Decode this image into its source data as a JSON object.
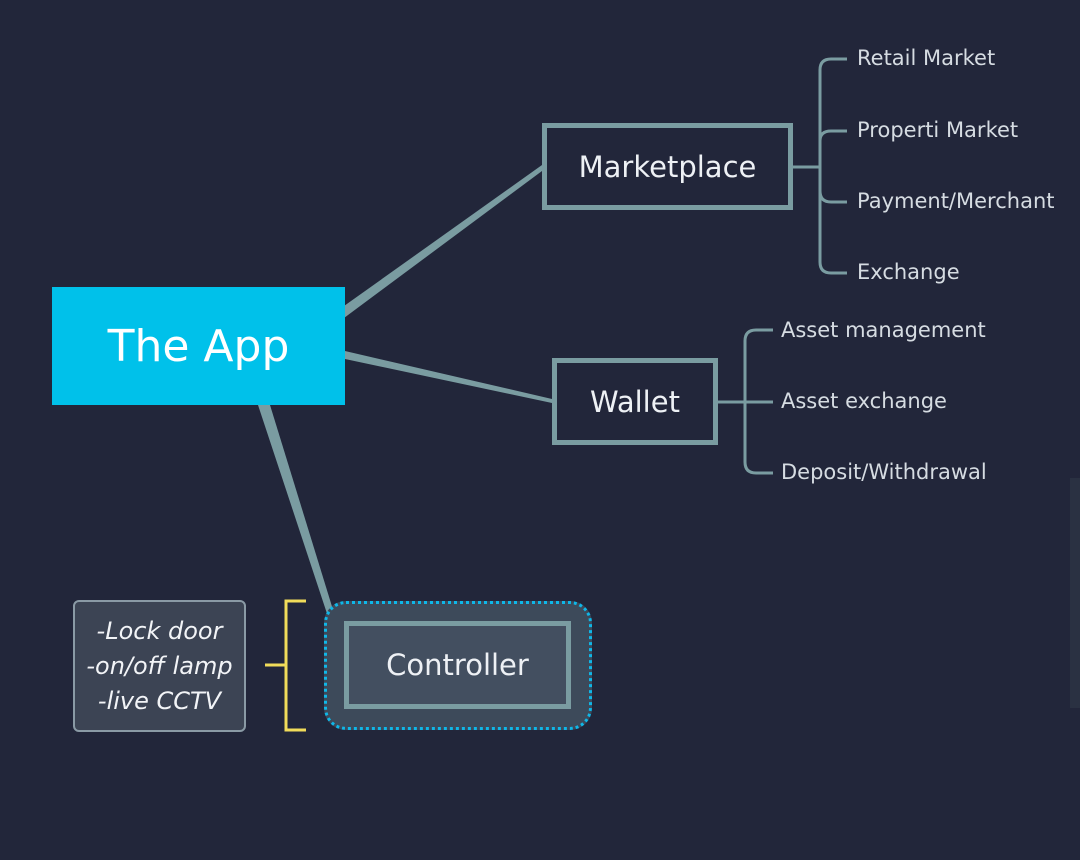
{
  "root": {
    "label": "The App"
  },
  "marketplace": {
    "label": "Marketplace",
    "children": [
      "Retail Market",
      "Properti Market",
      "Payment/Merchant",
      "Exchange"
    ]
  },
  "wallet": {
    "label": "Wallet",
    "children": [
      "Asset management",
      "Asset exchange",
      "Deposit/Withdrawal"
    ]
  },
  "controller": {
    "label": "Controller",
    "note": [
      "-Lock door",
      "-on/off lamp",
      "-live CCTV"
    ]
  },
  "colors": {
    "background": "#22263a",
    "root_fill": "#00c1ea",
    "connector": "#7a9ca1",
    "selection": "#0fb7e8",
    "note_bracket": "#f1dc5a"
  }
}
